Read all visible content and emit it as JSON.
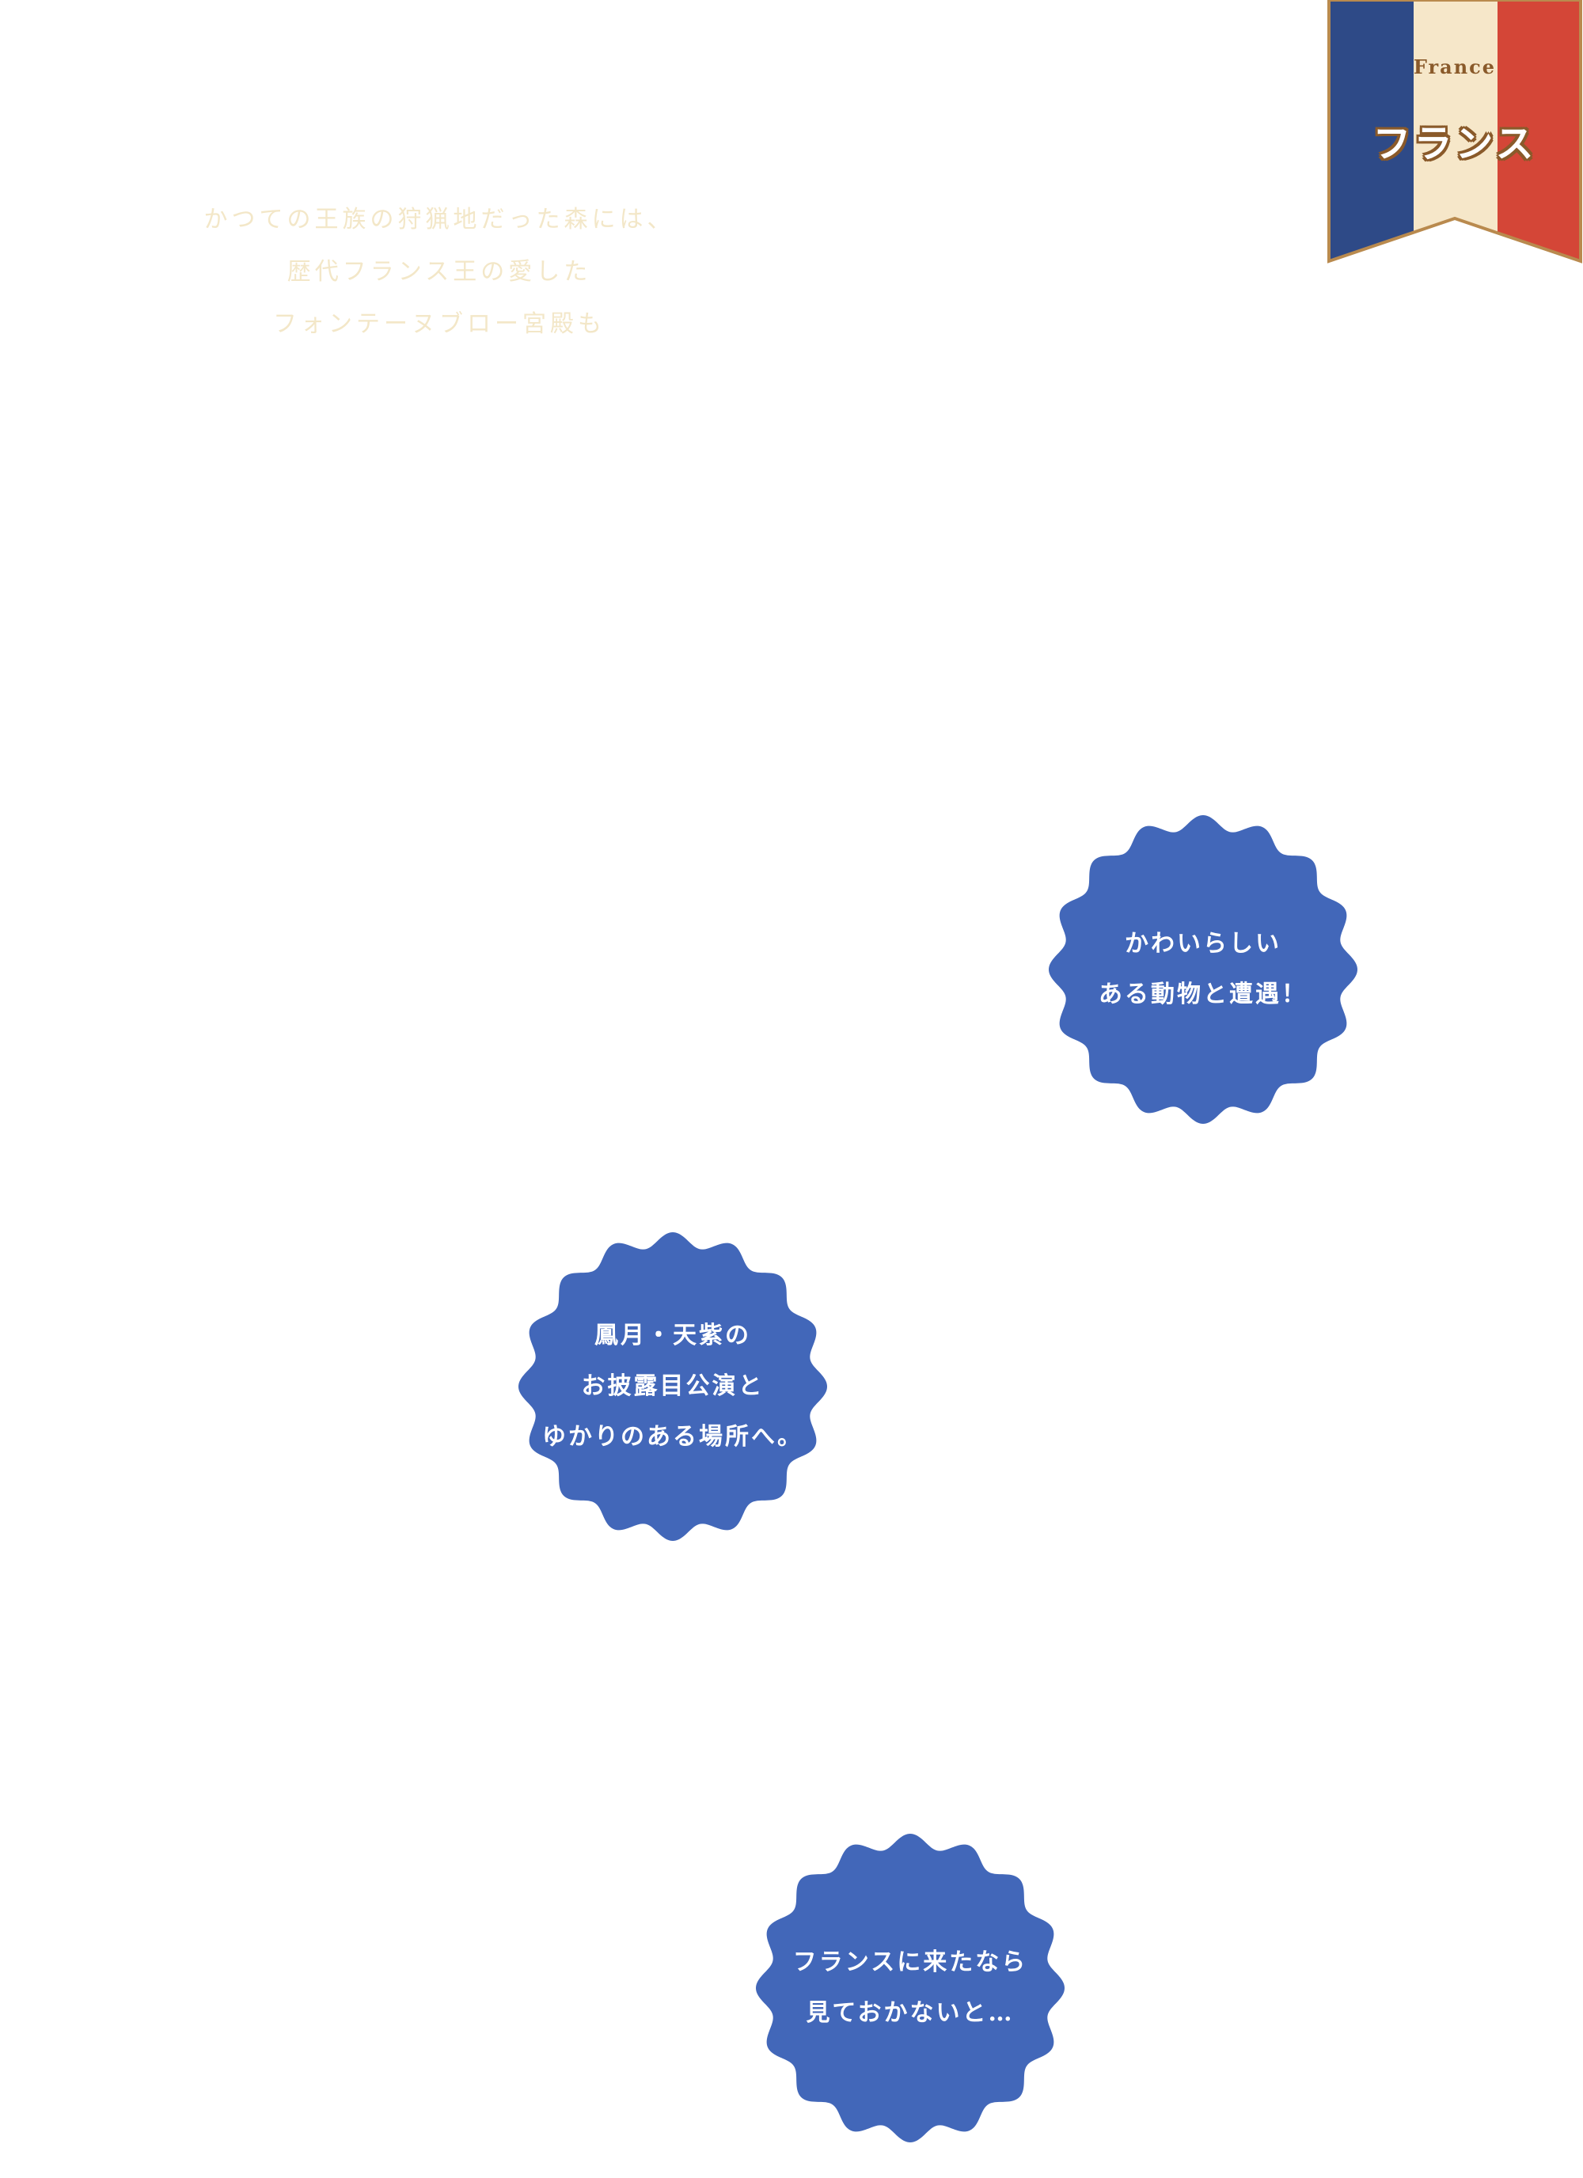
{
  "intro": {
    "lines": [
      "かつての王族の狩猟地だった森には、",
      "歴代フランス王の愛した",
      "フォンテーヌブロー宮殿も"
    ]
  },
  "flag": {
    "label_en": "France",
    "label_ja": "フランス",
    "colors": {
      "blue": "#2e4a87",
      "white": "#f6e7c9",
      "red": "#d44637",
      "border": "#b98a4e"
    }
  },
  "badges": [
    {
      "lines": [
        "かわいらしい",
        "ある動物と遭遇！"
      ]
    },
    {
      "lines": [
        "鳳月・天紫の",
        "お披露目公演と",
        "ゆかりのある場所へ。"
      ]
    },
    {
      "lines": [
        "フランスに来たなら",
        "見ておかないと…"
      ]
    }
  ],
  "badge_color": "#4267b9"
}
